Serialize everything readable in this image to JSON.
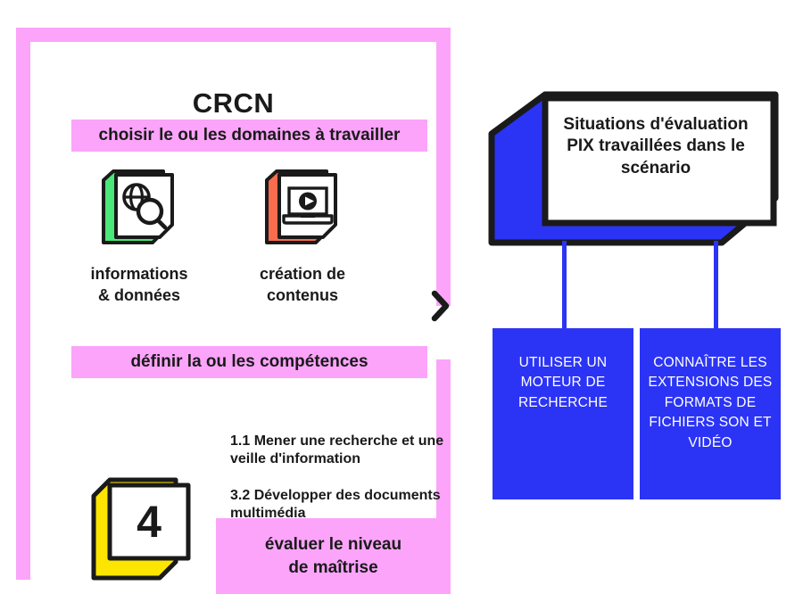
{
  "colors": {
    "pink": "#fba4fa",
    "blue": "#2b34f5",
    "green": "#4ae87a",
    "coral": "#f96c4e",
    "yellow": "#fce500",
    "ink": "#1a1a1a",
    "white": "#ffffff"
  },
  "crcn": {
    "title": "CRCN",
    "step_domains_label": "choisir le ou les domaines à travailler",
    "step_competences_label": "définir la ou les compétences",
    "step_evaluate_label_line1": "évaluer le niveau",
    "step_evaluate_label_line2": "de maîtrise",
    "domains": [
      {
        "icon": "globe-search-icon",
        "accent": "#4ae87a",
        "label_line1": "informations",
        "label_line2": "& données"
      },
      {
        "icon": "laptop-play-icon",
        "accent": "#f96c4e",
        "label_line1": "création de",
        "label_line2": "contenus"
      }
    ],
    "competences": [
      "1.1 Mener une recherche et une veille d'information",
      "3.2 Développer des documents multimédia"
    ],
    "level": "4"
  },
  "arrow": {
    "icon": "chevron-right-icon"
  },
  "pix": {
    "main_title": "Situations d'évaluation PIX travaillées dans le scénario",
    "items": [
      "UTILISER UN MOTEUR DE RECHERCHE",
      "CONNAÎTRE LES EXTENSIONS DES FORMATS DE FICHIERS SON ET VIDÉO"
    ]
  }
}
